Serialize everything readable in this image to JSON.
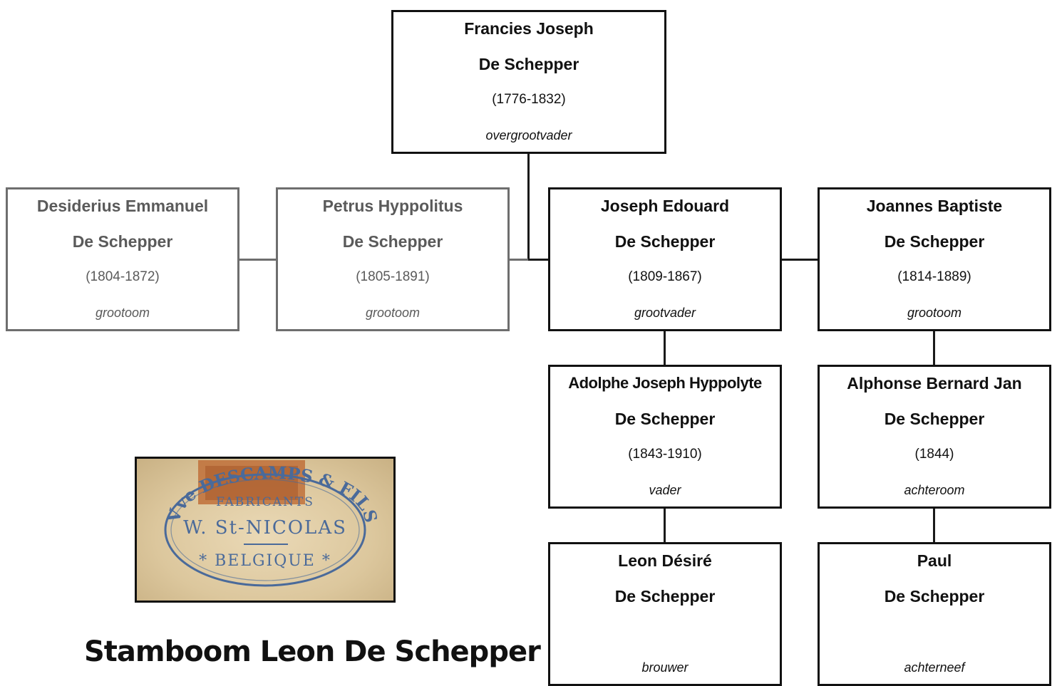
{
  "title": "Stamboom Leon De Schepper",
  "people": {
    "francies": {
      "given": "Francies Joseph",
      "surname": "De Schepper",
      "years": "(1776-1832)",
      "role": "overgrootvader"
    },
    "desiderius": {
      "given": "Desiderius Emmanuel",
      "surname": "De Schepper",
      "years": "(1804-1872)",
      "role": "grootoom"
    },
    "petrus": {
      "given": "Petrus Hyppolitus",
      "surname": "De Schepper",
      "years": "(1805-1891)",
      "role": "grootoom"
    },
    "joseph": {
      "given": "Joseph Edouard",
      "surname": "De Schepper",
      "years": "(1809-1867)",
      "role": "grootvader"
    },
    "joannes": {
      "given": "Joannes Baptiste",
      "surname": "De Schepper",
      "years": "(1814-1889)",
      "role": "grootoom"
    },
    "adolphe": {
      "given": "Adolphe Joseph Hyppolyte",
      "surname": "De Schepper",
      "years": "(1843-1910)",
      "role": "vader"
    },
    "alphonse": {
      "given": "Alphonse Bernard Jan",
      "surname": "De Schepper",
      "years": "(1844)",
      "role": "achteroom"
    },
    "leon": {
      "given": "Leon Désiré",
      "surname": "De Schepper",
      "years": "",
      "role": "brouwer"
    },
    "paul": {
      "given": "Paul",
      "surname": "De Schepper",
      "years": "",
      "role": "achterneef"
    }
  },
  "stamp": {
    "line1": "Vve DESCAMPS & FILS",
    "line2": "FABRICANTS",
    "line3": "W. St-NICOLAS",
    "line4": "* BELGIQUE *"
  }
}
